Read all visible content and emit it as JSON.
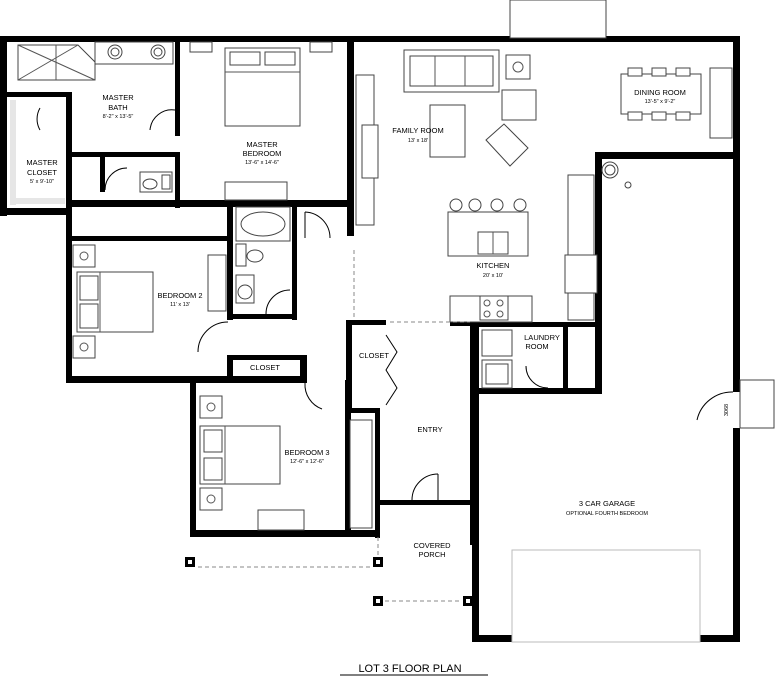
{
  "title": "LOT 3 FLOOR PLAN",
  "rooms": [
    {
      "name": "MASTER\nBATH",
      "size": "8'-2\" x 13'-5\""
    },
    {
      "name": "MASTER\nBEDROOM",
      "size": "13'-6\" x 14'-6\""
    },
    {
      "name": "MASTER\nCLOSET",
      "size": "5' x 9'-10\""
    },
    {
      "name": "FAMILY ROOM",
      "size": "13' x 18'"
    },
    {
      "name": "DINING ROOM",
      "size": "13'-5\" x 9'-2\""
    },
    {
      "name": "KITCHEN",
      "size": "20' x 10'"
    },
    {
      "name": "BEDROOM 2",
      "size": "11' x 13'"
    },
    {
      "name": "CLOSET",
      "size": ""
    },
    {
      "name": "CLOSET",
      "size": ""
    },
    {
      "name": "LAUNDRY\nROOM",
      "size": ""
    },
    {
      "name": "ENTRY",
      "size": ""
    },
    {
      "name": "BEDROOM 3",
      "size": "12'-6\" x 12'-6\""
    },
    {
      "name": "3 CAR GARAGE",
      "size": "OPTIONAL FOURTH BEDROOM"
    },
    {
      "name": "COVERED\nPORCH",
      "size": ""
    }
  ],
  "door_tag": "3068"
}
